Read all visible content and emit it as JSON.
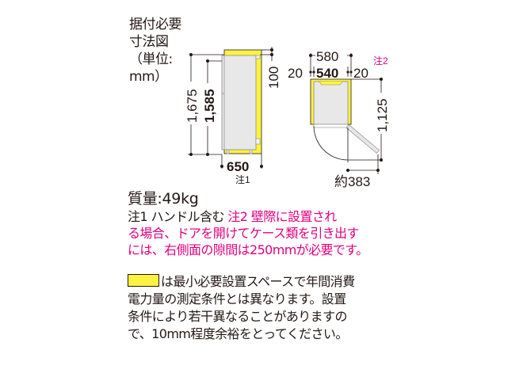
{
  "title": {
    "lines": [
      "据付必要",
      "寸法図",
      "（単位:",
      "mm）"
    ]
  },
  "side_view": {
    "dim_total_height": "1,675",
    "dim_body_height": "1,585",
    "dim_top_clearance": "100",
    "dim_depth": "650",
    "dim_depth_note": "注1"
  },
  "top_view": {
    "dim_overall_width": "580",
    "dim_left_gap": "20",
    "dim_body_width": "540",
    "dim_right_gap": "20",
    "dim_right_gap_note": "注2",
    "dim_door_open_depth": "1,125",
    "dim_door_swing": "約383"
  },
  "spec": {
    "weight": "質量:49kg"
  },
  "notes": {
    "note1": "注1 ハンドル含む",
    "note2_line1": "注2 壁際に設置され",
    "note2_line2": "る場合、ドアを開けてケース類を引き出す",
    "note2_line3": "には、右側面の隙間は250mmが必要です。",
    "legend_text": "は最小必要設置スペースで年間消費",
    "legend_line2": "電力量の測定条件とは異なります。設置",
    "legend_line3": "条件により若干異なることがありますの",
    "legend_line4": "で、10mm程度余裕をとってください。"
  },
  "colors": {
    "space_yellow": "#fff33f",
    "note_magenta": "#e4007f",
    "body_gray": "#e8e8e8",
    "line_dark": "#231815"
  }
}
